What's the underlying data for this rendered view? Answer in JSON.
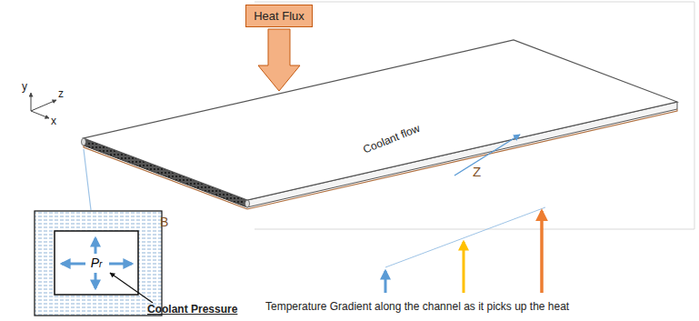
{
  "diagram": {
    "nodes": [
      {
        "text": [
          "Heat Flux"
        ]
      },
      {
        "text": [
          "Pr"
        ]
      }
    ],
    "labels": [
      "y",
      "z",
      "x",
      "B",
      "Z",
      "Coolant flow",
      "Coolant Pressure",
      "Temperature Gradient along the channel as it picks up the heat"
    ]
  }
}
